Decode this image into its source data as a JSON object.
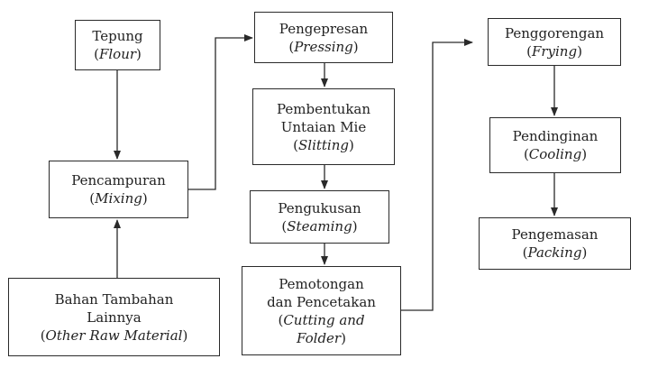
{
  "boxes": {
    "flour": {
      "id": "Tepung",
      "en": "Flour"
    },
    "mixing": {
      "id": "Pencampuran",
      "en": "Mixing"
    },
    "other": {
      "id": [
        "Bahan Tambahan",
        "Lainnya"
      ],
      "en": "Other Raw Material"
    },
    "pressing": {
      "id": "Pengepresan",
      "en": "Pressing"
    },
    "slitting": {
      "id": [
        "Pembentukan",
        "Untaian Mie"
      ],
      "en": "Slitting"
    },
    "steaming": {
      "id": "Pengukusan",
      "en": "Steaming"
    },
    "cutting": {
      "id": [
        "Pemotongan",
        "dan Pencetakan"
      ],
      "en": [
        "Cutting and",
        "Folder"
      ]
    },
    "frying": {
      "id": "Penggorengan",
      "en": "Frying"
    },
    "cooling": {
      "id": "Pendinginan",
      "en": "Cooling"
    },
    "packing": {
      "id": "Pengemasan",
      "en": "Packing"
    }
  },
  "colors": {
    "line": "#2a2a2a",
    "box_border": "#2a2a2a",
    "text": "#222222",
    "background": "#ffffff"
  }
}
